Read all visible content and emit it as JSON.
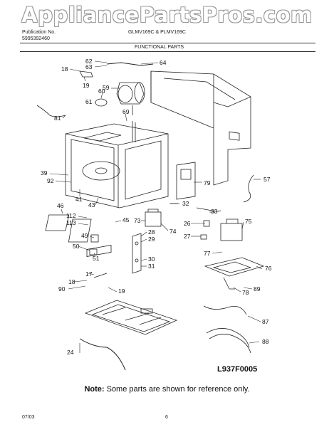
{
  "watermark": "AppliancePartsPros.com",
  "header": {
    "publication_label": "Publication No.",
    "publication_number": "5995392460",
    "model": "GLMV169C & PLMV169C",
    "section_title": "FUNCTIONAL PARTS"
  },
  "callouts": [
    "62",
    "63",
    "64",
    "18",
    "19",
    "60",
    "59",
    "61",
    "81",
    "69",
    "39",
    "92",
    "41",
    "46",
    "43",
    "112",
    "113",
    "45",
    "49",
    "50",
    "51",
    "17",
    "18",
    "90",
    "19",
    "24",
    "32",
    "33",
    "73",
    "74",
    "28",
    "29",
    "30",
    "31",
    "26",
    "27",
    "75",
    "77",
    "76",
    "78",
    "89",
    "79",
    "57",
    "87",
    "88"
  ],
  "drawing_id": "L937F0005",
  "note": {
    "label": "Note:",
    "text": " Some parts are shown for reference only."
  },
  "footer": {
    "date": "07/03",
    "page": "6"
  }
}
